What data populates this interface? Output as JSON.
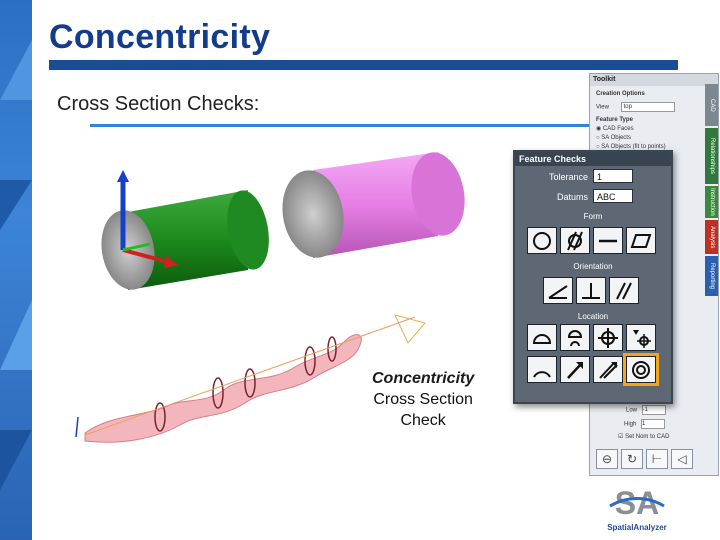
{
  "slide": {
    "title": "Concentricity",
    "subtitle": "Cross Section Checks:",
    "caption_line1": "Concentricity",
    "caption_line2": "Cross Section",
    "caption_line3": "Check"
  },
  "toolkit": {
    "header": "Toolkit",
    "creation_options": "Creation Options",
    "view_label": "View",
    "view_value": "top",
    "feature_type": "Feature Type",
    "options": [
      "CAD Faces",
      "SA Objects",
      "SA Objects (fit to points)"
    ],
    "tabs": [
      "CAD",
      "Relationships",
      "Instruction",
      "Analysis",
      "Reporting"
    ],
    "low_label": "Low",
    "low_value": "-1",
    "high_label": "High",
    "high_value": "1",
    "checkbox_label": "Set Nom to CAD"
  },
  "feature_checks": {
    "header": "Feature Checks",
    "tolerance_label": "Tolerance",
    "tolerance_value": "1",
    "datums_label": "Datums",
    "datums_value": "ABC",
    "sections": [
      "Form",
      "Orientation",
      "Location"
    ],
    "form_icons": [
      "circularity-icon",
      "cylindricity-icon",
      "straightness-icon",
      "flatness-icon"
    ],
    "orientation_icons": [
      "angularity-icon",
      "perpendicularity-icon",
      "parallelism-icon"
    ],
    "location_icons": [
      "profile-surface-icon",
      "profile-line-icon",
      "position-icon",
      "symmetry-icon",
      "arc-profile-icon",
      "runout-icon",
      "total-runout-icon",
      "concentricity-icon"
    ],
    "highlight_color": "#f5a51a"
  },
  "logo": {
    "text": "SpatialAnalyzer",
    "mark": "SA"
  },
  "colors": {
    "title": "#123c8c",
    "accent": "#2f86d8",
    "cylinder_green": "#1f8a22",
    "cylinder_pink": "#e87ee8"
  }
}
